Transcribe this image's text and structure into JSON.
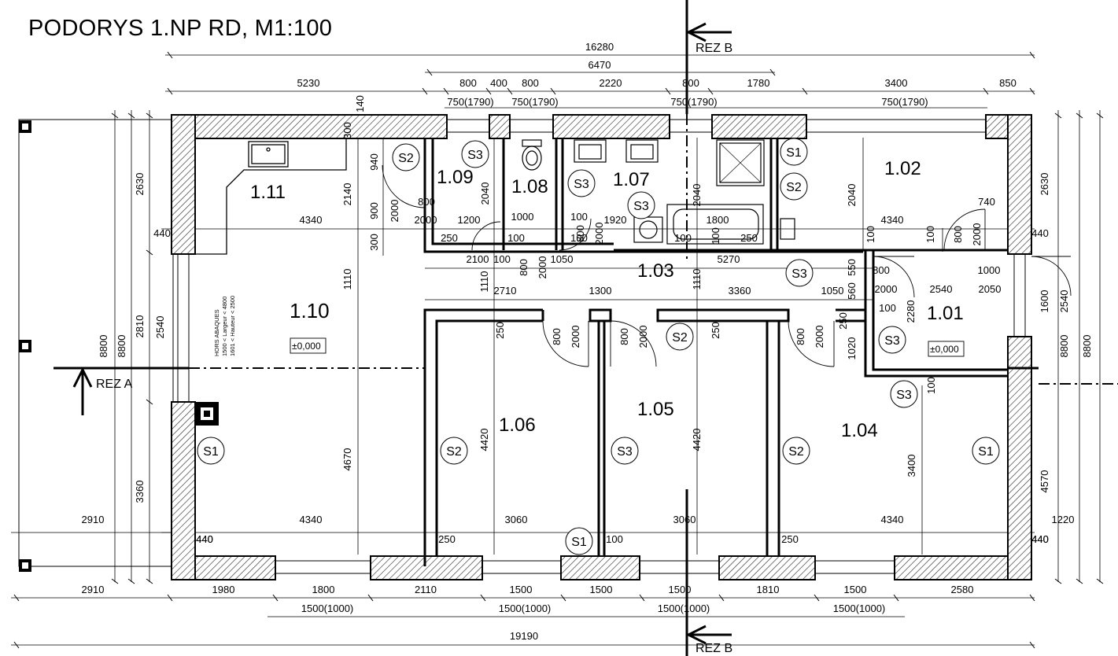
{
  "title": "PODORYS 1.NP RD, M1:100",
  "section_labels": [
    "REZ B",
    "REZ B",
    "REZ A"
  ],
  "rooms": [
    "1.11",
    "1.10",
    "1.09",
    "1.08",
    "1.07",
    "1.02",
    "1.03",
    "1.01",
    "1.06",
    "1.05",
    "1.04"
  ],
  "levels": [
    "±0,000",
    "±0,000"
  ],
  "wall_tags": [
    "S2",
    "S3",
    "S3",
    "S3",
    "S1",
    "S2",
    "S3",
    "S3",
    "S2",
    "S3",
    "S1",
    "S2",
    "S3",
    "S2",
    "S1",
    "S1"
  ],
  "note": [
    "HORS ABAQUES",
    "1500 < Largeur < 4800",
    "1601 < Hauteur < 2500"
  ],
  "dims_top": [
    "16280",
    "6470",
    "5230",
    "800",
    "400",
    "800",
    "2220",
    "800",
    "1780",
    "3400",
    "850",
    "750(1790)",
    "750(1790)",
    "750(1790)",
    "750(1790)"
  ],
  "dims_bottom": [
    "2910",
    "1980",
    "1800",
    "2110",
    "1500",
    "1500",
    "1500",
    "1810",
    "1500",
    "2580",
    "1500(1000)",
    "1500(1000)",
    "1500(1000)",
    "1500(1000)",
    "19190"
  ],
  "dims_left": [
    "2630",
    "440",
    "8800",
    "8800",
    "2810",
    "2540",
    "3360",
    "2910",
    "440"
  ],
  "dims_right": [
    "2630",
    "440",
    "1600",
    "2540",
    "8800",
    "8800",
    "4570",
    "1220",
    "440"
  ],
  "dims_inner": [
    "140",
    "300",
    "940",
    "2140",
    "900",
    "2000",
    "800",
    "2000",
    "1200",
    "250",
    "4340",
    "2040",
    "1000",
    "100",
    "100",
    "100",
    "800",
    "2000",
    "1920",
    "2040",
    "1800",
    "100",
    "100",
    "250",
    "2040",
    "4340",
    "740",
    "100",
    "100",
    "800",
    "2000",
    "1000",
    "2100",
    "100",
    "1110",
    "800",
    "2000",
    "1050",
    "5270",
    "800",
    "550",
    "560",
    "1110",
    "2710",
    "1300",
    "3360",
    "1050",
    "2000",
    "100",
    "2540",
    "2050",
    "2280",
    "250",
    "800",
    "2000",
    "800",
    "2000",
    "250",
    "800",
    "2000",
    "250",
    "1020",
    "100",
    "4670",
    "4420",
    "4420",
    "3400",
    "4340",
    "3060",
    "3060",
    "4340",
    "440",
    "250",
    "100",
    "250",
    "440",
    "1110",
    "300"
  ]
}
